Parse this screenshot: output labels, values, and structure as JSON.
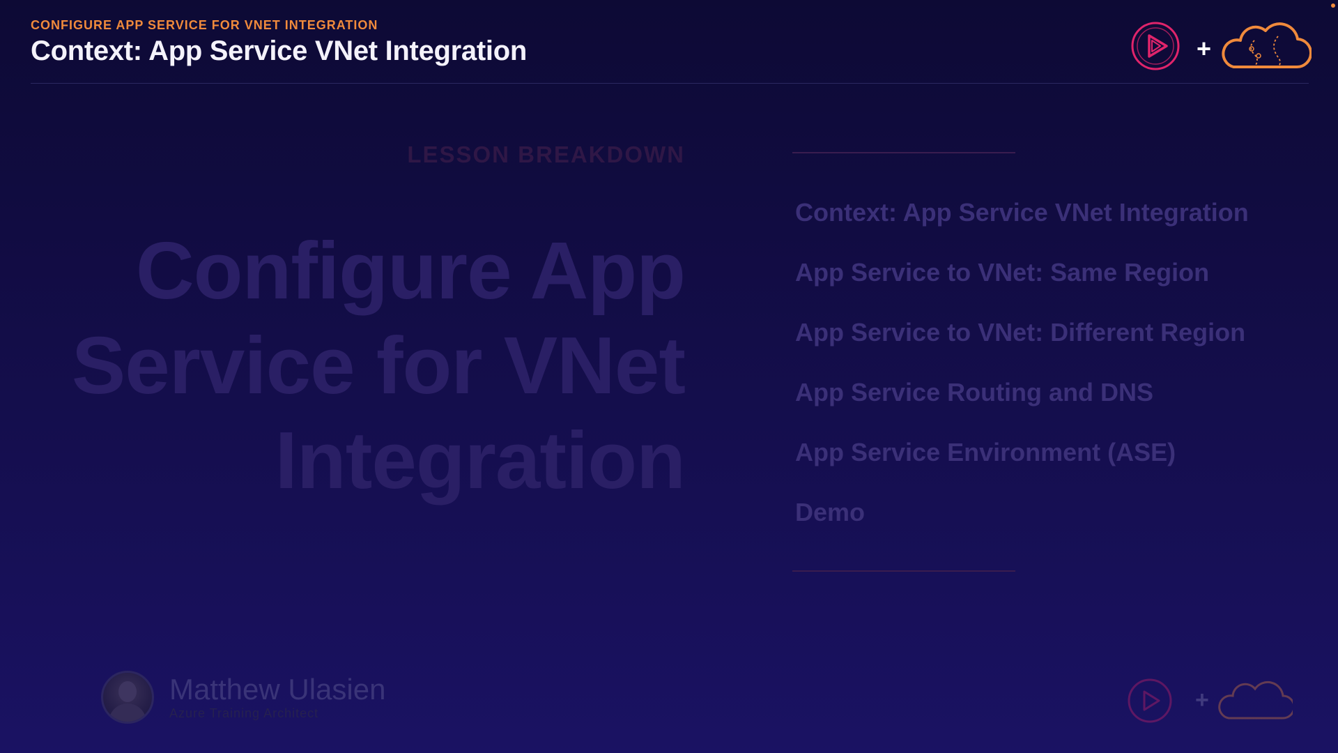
{
  "header": {
    "eyebrow": "CONFIGURE APP SERVICE FOR VNET INTEGRATION",
    "title": "Context: App Service VNet Integration"
  },
  "background_slide": {
    "section_label": "LESSON BREAKDOWN",
    "title": "Configure App Service for VNet Integration",
    "agenda": [
      "Context: App Service VNet Integration",
      "App Service to VNet: Same Region",
      "App Service to VNet: Different Region",
      "App Service Routing and DNS",
      "App Service Environment (ASE)",
      "Demo"
    ],
    "presenter": {
      "name": "Matthew Ulasien",
      "role": "Azure Training Architect"
    }
  },
  "logos": {
    "plus_symbol": "+",
    "left_logo": "pluralsight-play-icon",
    "right_logo": "cloud-logo-icon"
  },
  "colors": {
    "accent_orange": "#f08a3c",
    "accent_pink": "#e0246b",
    "background_top": "#0d0a35",
    "background_bottom": "#1a1263",
    "title_text": "#f4f2fb"
  }
}
